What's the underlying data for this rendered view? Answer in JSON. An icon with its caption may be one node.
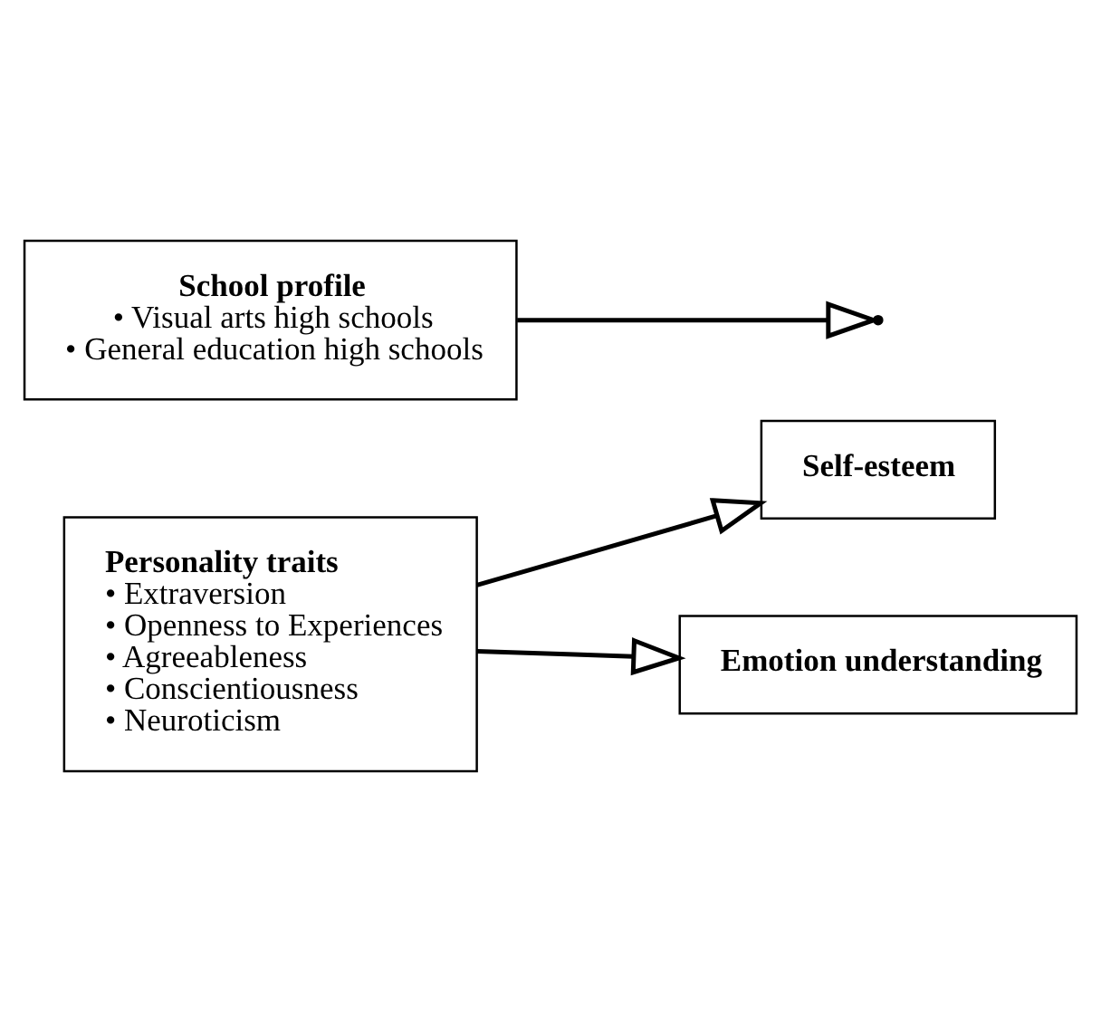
{
  "diagram": {
    "nodes": [
      {
        "text": [
          "Personality traits",
          "• Extraversion",
          "• Openness to Experiences",
          "• Agreeableness",
          "• Conscientiousness",
          "• Neuroticism"
        ]
      },
      {
        "text": [
          "Self-esteem"
        ]
      },
      {
        "text": [
          "Emotion understanding"
        ]
      },
      {
        "text": [
          "School profile",
          "• Visual arts high schools",
          "• General education high schools"
        ]
      }
    ],
    "edges": [
      {
        "from": 0,
        "to": 1,
        "arrow": "to"
      },
      {
        "from": 0,
        "to": 2,
        "arrow": "to"
      },
      {
        "from": 3,
        "to": null,
        "arrow": "to"
      }
    ]
  }
}
